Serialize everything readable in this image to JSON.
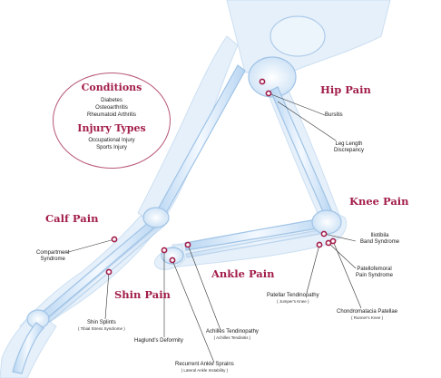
{
  "conditions": {
    "heading": "Conditions",
    "items": [
      "Diabetes",
      "Osteoarthritis",
      "Rheumatoid Arthritis"
    ]
  },
  "injury_types": {
    "heading": "Injury Types",
    "items": [
      "Occupational Injury",
      "Sports Injury"
    ]
  },
  "regions": {
    "hip": "Hip Pain",
    "knee": "Knee Pain",
    "calf": "Calf Pain",
    "shin": "Shin Pain",
    "ankle": "Ankle Pain"
  },
  "labels": {
    "bursitis": "Bursitis",
    "leg_length": [
      "Leg Length",
      "Discrepancy"
    ],
    "iliotibial": [
      "Iliotibila",
      "Band Syndrome"
    ],
    "patellofemoral": [
      "Patellofemoral",
      "Pain Syndrome"
    ],
    "patellar": {
      "main": "Patellar Tendinopathy",
      "sub": "( Jumper's Knee )"
    },
    "chondromalacia": {
      "main": "Chondromalacia Patellae",
      "sub": "( Runner's Knee )"
    },
    "compartment": [
      "Compartment",
      "Syndrome"
    ],
    "shin_splints": {
      "main": "Shin Splints",
      "sub": "( Tibial Stress Syndrome )"
    },
    "achilles": {
      "main": "Achilles Tendinopathy",
      "sub": "( Achilles Tendinitis )"
    },
    "haglund": "Haglund's Deformity",
    "recurrent": {
      "main": "Recurrent Ankle Sprains",
      "sub": "( Lateral Ankle Instability )"
    }
  },
  "colors": {
    "accent": "#a21d4a",
    "bone": "#cfe3f6",
    "bone_edge": "#9fc3e6",
    "glow": "#eaf3fc"
  }
}
